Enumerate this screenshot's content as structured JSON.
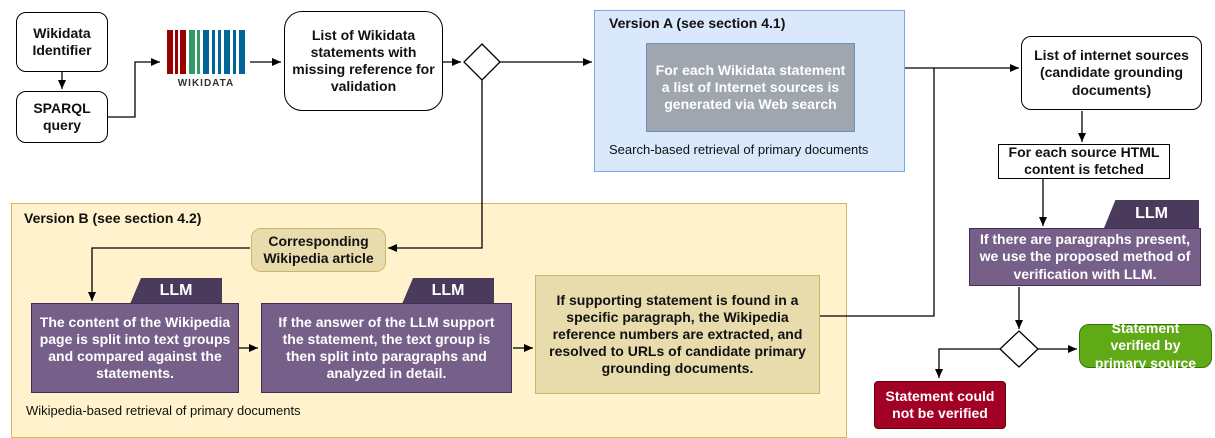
{
  "nodes": {
    "wikidata_identifier": "Wikidata Identifier",
    "sparql_query": "SPARQL query",
    "wikidata_logo_text": "WIKIDATA",
    "statements_list": "List of Wikidata statements with missing reference for validation",
    "internet_sources_list": "List of internet sources (candidate grounding documents)",
    "html_fetched": "For each source HTML content is fetched",
    "paragraph_verification": "If there are paragraphs present, we use the proposed method of verification with LLM.",
    "statement_verified": "Statement verified by primary source",
    "statement_not_verified": "Statement could not be verified",
    "corresponding_article": "Corresponding Wikipedia article",
    "content_split": "The content of the Wikipedia page is split into text groups and compared against the statements.",
    "answer_split": "If the answer of the LLM  support the statement, the text group is then split into paragraphs and analyzed in detail.",
    "reference_extraction": "If supporting statement is found in a specific paragraph, the Wikipedia reference numbers are extracted, and resolved to URLs of candidate primary grounding documents.",
    "web_search": "For each Wikidata statement a list of Internet sources is generated via Web search"
  },
  "version_a": {
    "title": "Version A (see section 4.1)",
    "caption": "Search-based retrieval of primary documents"
  },
  "version_b": {
    "title": "Version B (see section 4.2)",
    "caption": "Wikipedia-based retrieval of primary documents"
  },
  "llm_label": "LLM",
  "colors": {
    "version_a_bg": "#dae8fc",
    "version_b_bg": "#fff2cc",
    "llm_box": "#76608a",
    "grounding_box": "#e8dcad",
    "verified": "#60a917",
    "not_verified": "#a20025"
  }
}
